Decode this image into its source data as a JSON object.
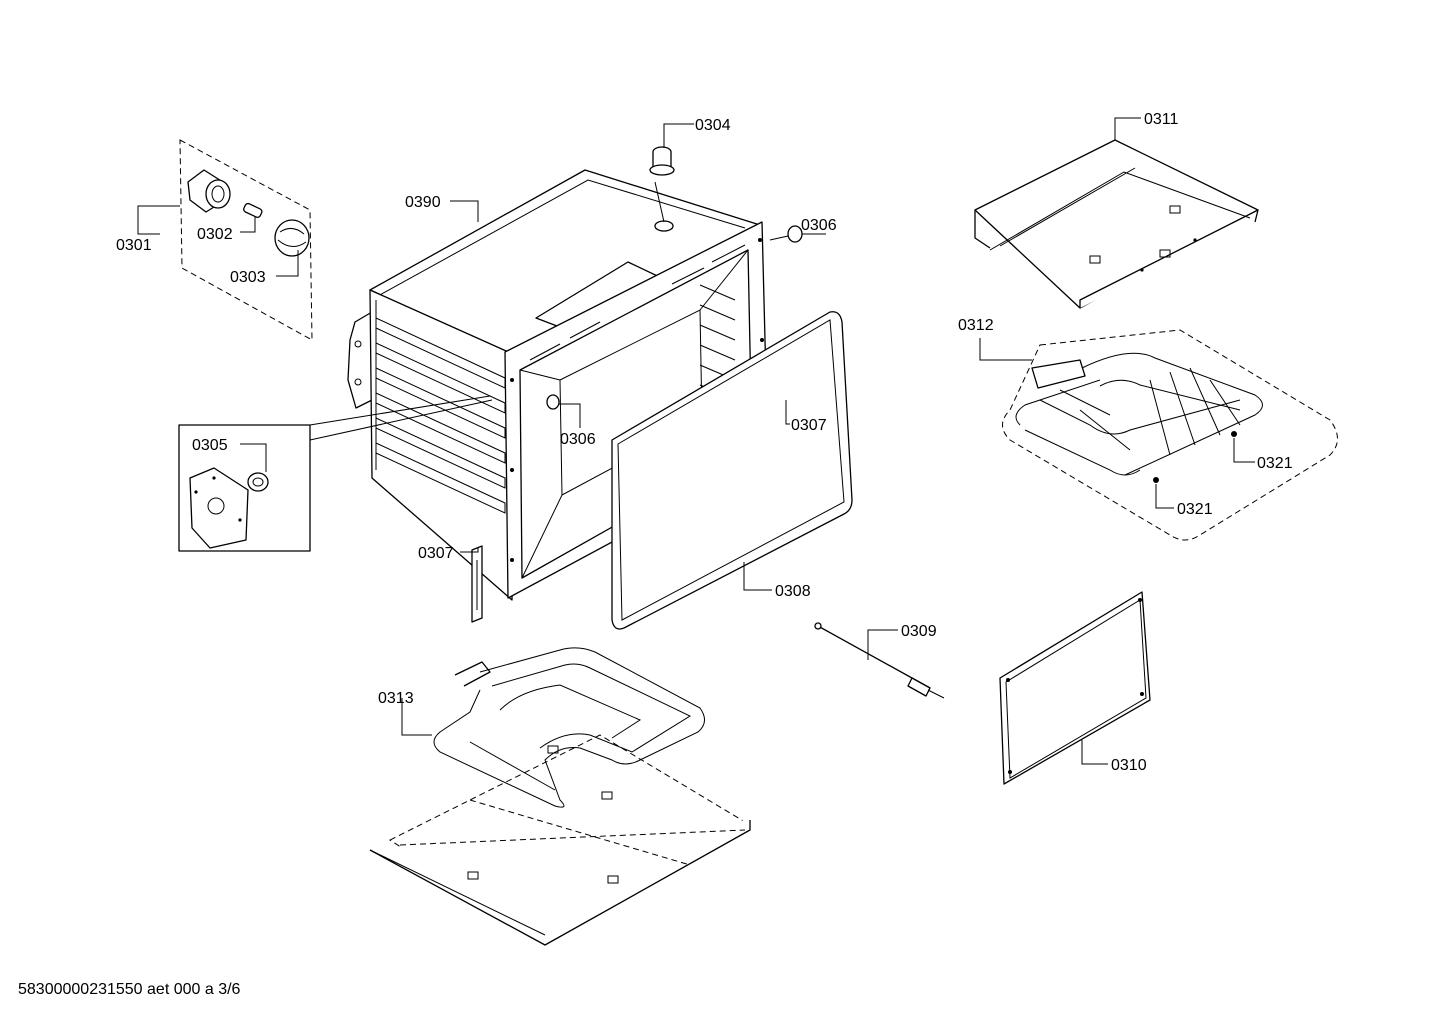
{
  "labels": {
    "l0301": "0301",
    "l0302": "0302",
    "l0303": "0303",
    "l0304": "0304",
    "l0305": "0305",
    "l0306a": "0306",
    "l0306b": "0306",
    "l0307a": "0307",
    "l0307b": "0307",
    "l0308": "0308",
    "l0309": "0309",
    "l0310": "0310",
    "l0311": "0311",
    "l0312": "0312",
    "l0313": "0313",
    "l0321a": "0321",
    "l0321b": "0321",
    "l0390": "0390"
  },
  "footer": "58300000231550 aet 000 a 3/6"
}
